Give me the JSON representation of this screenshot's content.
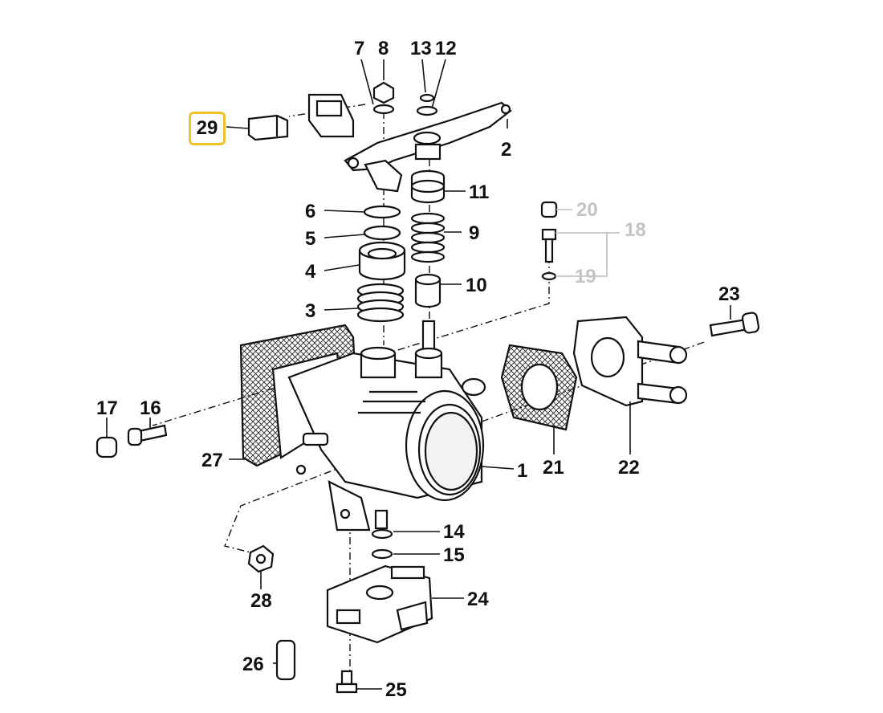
{
  "diagram": {
    "highlighted_part": "29",
    "callouts": [
      {
        "id": "c1",
        "label": "1",
        "state": "normal"
      },
      {
        "id": "c2",
        "label": "2",
        "state": "normal"
      },
      {
        "id": "c3",
        "label": "3",
        "state": "normal"
      },
      {
        "id": "c4",
        "label": "4",
        "state": "normal"
      },
      {
        "id": "c5",
        "label": "5",
        "state": "normal"
      },
      {
        "id": "c6",
        "label": "6",
        "state": "normal"
      },
      {
        "id": "c7",
        "label": "7",
        "state": "normal"
      },
      {
        "id": "c8",
        "label": "8",
        "state": "normal"
      },
      {
        "id": "c9",
        "label": "9",
        "state": "normal"
      },
      {
        "id": "c10",
        "label": "10",
        "state": "normal"
      },
      {
        "id": "c11",
        "label": "11",
        "state": "normal"
      },
      {
        "id": "c12",
        "label": "12",
        "state": "normal"
      },
      {
        "id": "c13",
        "label": "13",
        "state": "normal"
      },
      {
        "id": "c14",
        "label": "14",
        "state": "normal"
      },
      {
        "id": "c15",
        "label": "15",
        "state": "normal"
      },
      {
        "id": "c16",
        "label": "16",
        "state": "normal"
      },
      {
        "id": "c17",
        "label": "17",
        "state": "normal"
      },
      {
        "id": "c18",
        "label": "18",
        "state": "dimmed"
      },
      {
        "id": "c19",
        "label": "19",
        "state": "dimmed"
      },
      {
        "id": "c20",
        "label": "20",
        "state": "dimmed"
      },
      {
        "id": "c21",
        "label": "21",
        "state": "normal"
      },
      {
        "id": "c22",
        "label": "22",
        "state": "normal"
      },
      {
        "id": "c23",
        "label": "23",
        "state": "normal"
      },
      {
        "id": "c24",
        "label": "24",
        "state": "normal"
      },
      {
        "id": "c25",
        "label": "25",
        "state": "normal"
      },
      {
        "id": "c26",
        "label": "26",
        "state": "normal"
      },
      {
        "id": "c27",
        "label": "27",
        "state": "normal"
      },
      {
        "id": "c28",
        "label": "28",
        "state": "normal"
      },
      {
        "id": "c29",
        "label": "29",
        "state": "highlighted"
      }
    ],
    "colors": {
      "highlight_border": "#f2c12e",
      "dimmed_label": "#c4c4c4",
      "ink": "#111111"
    }
  }
}
